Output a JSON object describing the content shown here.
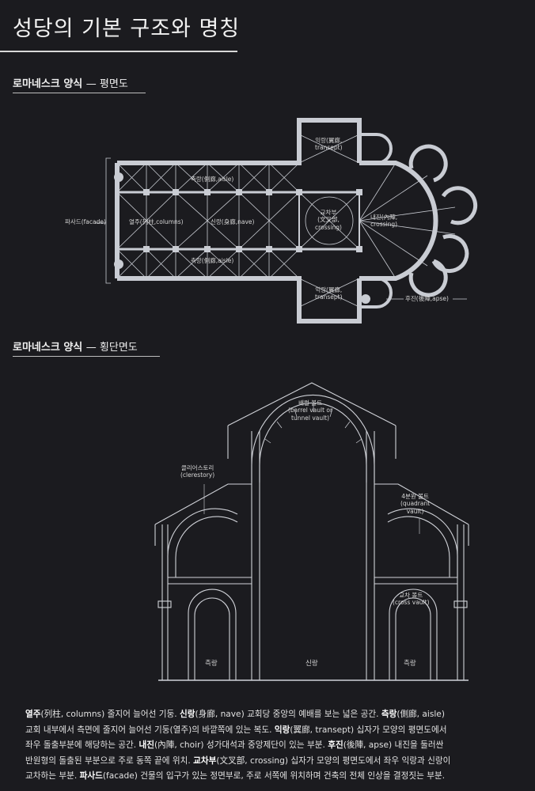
{
  "page_title": "성당의 기본 구조와 명칭",
  "plan": {
    "heading": "로마네스크 양식",
    "heading_sub": "— 평면도",
    "labels": {
      "transept_top": [
        "익랑(翼廊,",
        "transept)"
      ],
      "aisle_top": "측랑(側廊,aisle)",
      "facade": "파사드(facade)",
      "columns": "열주(列柱,columns)",
      "nave": "신랑(身廊,nave)",
      "crossing": [
        "교차부",
        "(文叉部,",
        "crossing)"
      ],
      "choir": [
        "내진(內陣,",
        "crossing)"
      ],
      "aisle_bottom": "측랑(側廊,aisle)",
      "transept_bottom": [
        "익랑(翼廊,",
        "transept)"
      ],
      "apse": "후진(後陣,apse)"
    }
  },
  "section": {
    "heading": "로마네스크 양식",
    "heading_sub": "— 횡단면도",
    "labels": {
      "barrel_vault": [
        "배럴 볼트",
        "(barrel vault or",
        "tunnel vault)"
      ],
      "clerestory": [
        "클리어스토리",
        "(clerestory)"
      ],
      "quadrant_vault": [
        "4분원 볼트",
        "(quadrant",
        "vault)"
      ],
      "cross_vault": [
        "교차 볼트",
        "(cross vault)"
      ],
      "aisle_left": "측랑",
      "nave": "신랑",
      "aisle_right": "측랑"
    }
  },
  "caption": {
    "lines": [
      [
        [
          "b",
          "열주"
        ],
        [
          "t",
          "(列柱, columns) 줄지어 늘어선 기둥. "
        ],
        [
          "b",
          "신랑"
        ],
        [
          "t",
          "(身廊, nave) 교회당 중앙의 예배를 보는 넓은 공간. "
        ],
        [
          "b",
          "측랑"
        ],
        [
          "t",
          "(側廊, aisle)"
        ]
      ],
      [
        [
          "t",
          "교회 내부에서 측면에 줄지어 늘어선 기둥(열주)의 바깥쪽에 있는 복도. "
        ],
        [
          "b",
          "익랑"
        ],
        [
          "t",
          "(翼廊, transept) 십자가 모양의 평면도에서"
        ]
      ],
      [
        [
          "t",
          "좌우 돌출부분에 해당하는 공간. "
        ],
        [
          "b",
          "내진"
        ],
        [
          "t",
          "(內陣, choir) 성가대석과 중앙제단이 있는 부분. "
        ],
        [
          "b",
          "후진"
        ],
        [
          "t",
          "(後陣, apse) 내진을 둘러싼"
        ]
      ],
      [
        [
          "t",
          "반원형의 돌출된 부분으로 주로 동쪽 끝에 위치. "
        ],
        [
          "b",
          "교차부"
        ],
        [
          "t",
          "(文叉部, crossing) 십자가 모양의 평면도에서 좌우 익랑과 신랑이"
        ]
      ],
      [
        [
          "t",
          "교차하는 부분. "
        ],
        [
          "b",
          "파사드"
        ],
        [
          "t",
          "(facade) 건물의 입구가 있는 정면부로, 주로 서쪽에 위치하며 건축의 전체 인상을 결정짓는 부분."
        ]
      ]
    ]
  }
}
